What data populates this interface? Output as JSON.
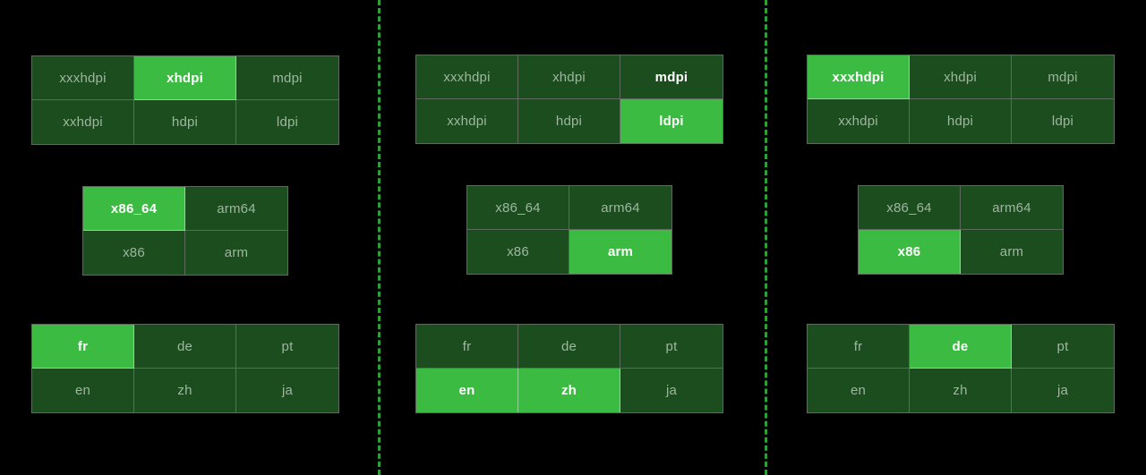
{
  "theme": {
    "background": "#000000",
    "cell_unselected_bg": "#1b4d1f",
    "cell_selected_bg": "#3cbb43",
    "cell_border": "#5d6b5d",
    "text_muted": "#9eb79e",
    "text_active": "#ffffff",
    "divider_color": "#2f9e3a"
  },
  "panels": [
    {
      "id": "panel-1",
      "groups": [
        {
          "name": "screen-density",
          "rows": [
            [
              {
                "label": "xxxhdpi",
                "state": "default"
              },
              {
                "label": "xhdpi",
                "state": "selected"
              },
              {
                "label": "mdpi",
                "state": "default"
              }
            ],
            [
              {
                "label": "xxhdpi",
                "state": "default"
              },
              {
                "label": "hdpi",
                "state": "default"
              },
              {
                "label": "ldpi",
                "state": "default"
              }
            ]
          ]
        },
        {
          "name": "cpu-architecture",
          "rows": [
            [
              {
                "label": "x86_64",
                "state": "selected"
              },
              {
                "label": "arm64",
                "state": "default"
              }
            ],
            [
              {
                "label": "x86",
                "state": "default"
              },
              {
                "label": "arm",
                "state": "default"
              }
            ]
          ]
        },
        {
          "name": "language",
          "rows": [
            [
              {
                "label": "fr",
                "state": "selected"
              },
              {
                "label": "de",
                "state": "default"
              },
              {
                "label": "pt",
                "state": "default"
              }
            ],
            [
              {
                "label": "en",
                "state": "default"
              },
              {
                "label": "zh",
                "state": "default"
              },
              {
                "label": "ja",
                "state": "default"
              }
            ]
          ]
        }
      ]
    },
    {
      "id": "panel-2",
      "groups": [
        {
          "name": "screen-density",
          "rows": [
            [
              {
                "label": "xxxhdpi",
                "state": "default"
              },
              {
                "label": "xhdpi",
                "state": "default"
              },
              {
                "label": "mdpi",
                "state": "emphasis"
              }
            ],
            [
              {
                "label": "xxhdpi",
                "state": "default"
              },
              {
                "label": "hdpi",
                "state": "default"
              },
              {
                "label": "ldpi",
                "state": "selected"
              }
            ]
          ]
        },
        {
          "name": "cpu-architecture",
          "rows": [
            [
              {
                "label": "x86_64",
                "state": "default"
              },
              {
                "label": "arm64",
                "state": "default"
              }
            ],
            [
              {
                "label": "x86",
                "state": "default"
              },
              {
                "label": "arm",
                "state": "selected"
              }
            ]
          ]
        },
        {
          "name": "language",
          "rows": [
            [
              {
                "label": "fr",
                "state": "default"
              },
              {
                "label": "de",
                "state": "default"
              },
              {
                "label": "pt",
                "state": "default"
              }
            ],
            [
              {
                "label": "en",
                "state": "selected"
              },
              {
                "label": "zh",
                "state": "selected"
              },
              {
                "label": "ja",
                "state": "default"
              }
            ]
          ]
        }
      ]
    },
    {
      "id": "panel-3",
      "groups": [
        {
          "name": "screen-density",
          "rows": [
            [
              {
                "label": "xxxhdpi",
                "state": "selected"
              },
              {
                "label": "xhdpi",
                "state": "default"
              },
              {
                "label": "mdpi",
                "state": "default"
              }
            ],
            [
              {
                "label": "xxhdpi",
                "state": "default"
              },
              {
                "label": "hdpi",
                "state": "default"
              },
              {
                "label": "ldpi",
                "state": "default"
              }
            ]
          ]
        },
        {
          "name": "cpu-architecture",
          "rows": [
            [
              {
                "label": "x86_64",
                "state": "default"
              },
              {
                "label": "arm64",
                "state": "default"
              }
            ],
            [
              {
                "label": "x86",
                "state": "selected"
              },
              {
                "label": "arm",
                "state": "default"
              }
            ]
          ]
        },
        {
          "name": "language",
          "rows": [
            [
              {
                "label": "fr",
                "state": "default"
              },
              {
                "label": "de",
                "state": "selected"
              },
              {
                "label": "pt",
                "state": "default"
              }
            ],
            [
              {
                "label": "en",
                "state": "default"
              },
              {
                "label": "zh",
                "state": "default"
              },
              {
                "label": "ja",
                "state": "default"
              }
            ]
          ]
        }
      ]
    }
  ]
}
